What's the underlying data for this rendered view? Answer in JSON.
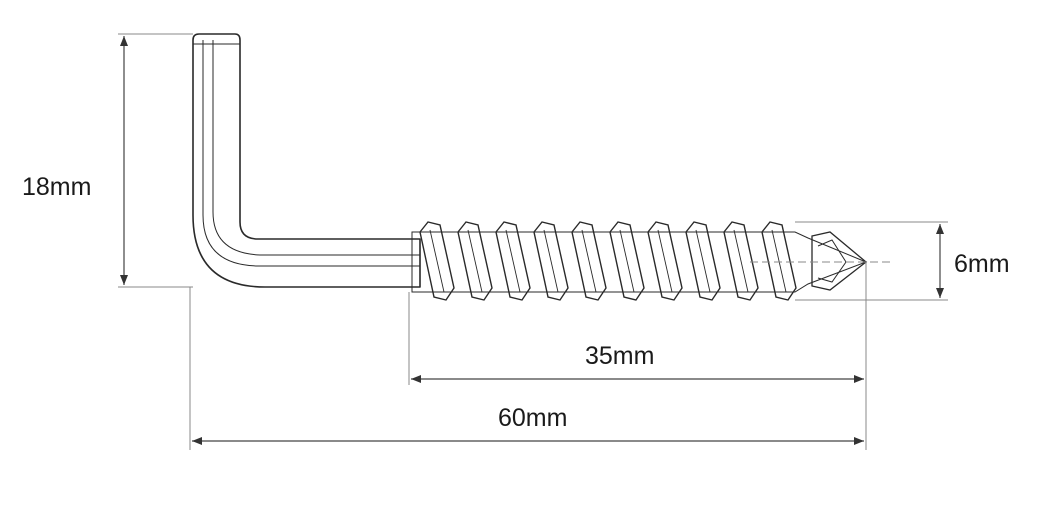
{
  "drawing": {
    "part": "screw-in-l-hook",
    "dimensions": {
      "hook_height": "18mm",
      "thread_diameter": "6mm",
      "thread_length": "35mm",
      "overall_length": "60mm"
    },
    "colors": {
      "outline": "#2a2a2a",
      "dimension_line": "#444444",
      "background": "#ffffff"
    }
  }
}
